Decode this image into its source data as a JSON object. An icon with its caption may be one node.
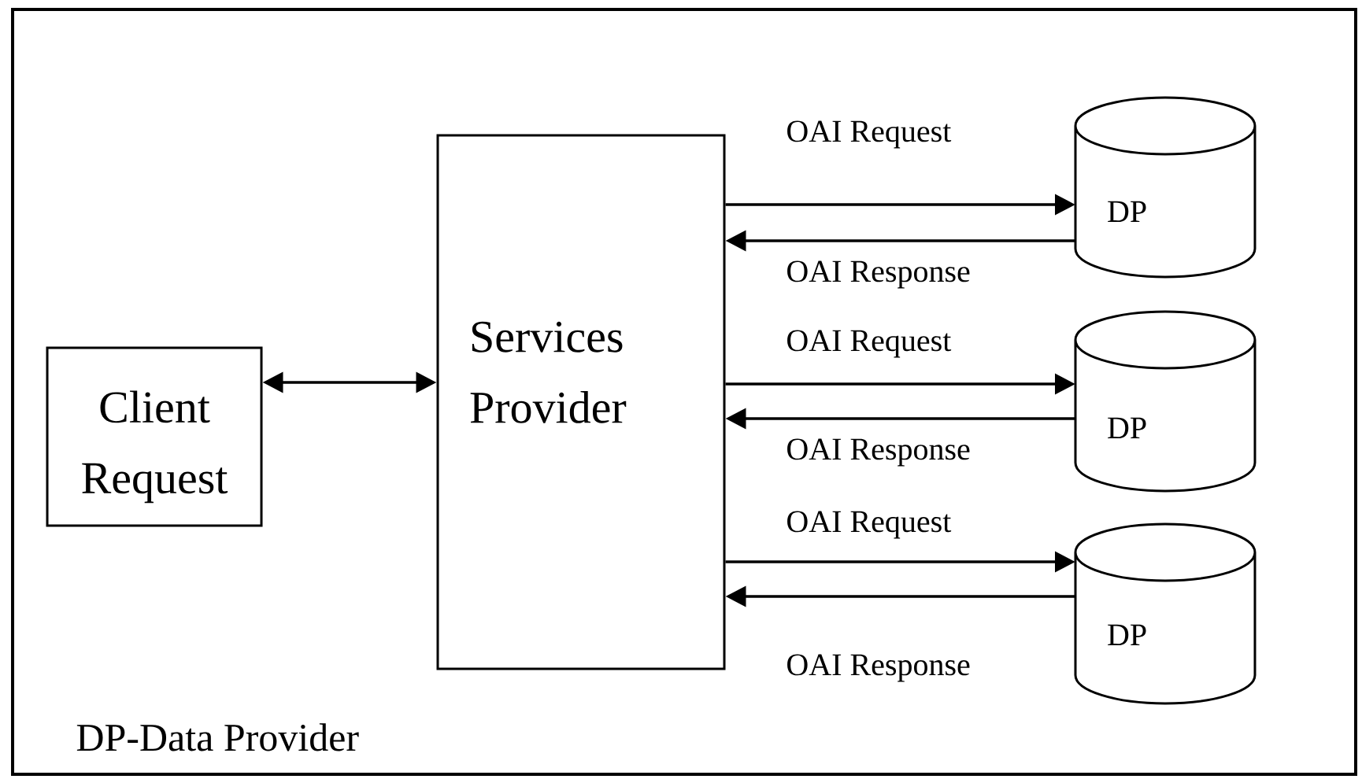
{
  "diagram": {
    "nodes": [
      {
        "text": [
          "Client Request"
        ]
      },
      {
        "text": [
          "Services Provider"
        ]
      },
      {
        "text": [
          "DP"
        ]
      },
      {
        "text": [
          "DP"
        ]
      },
      {
        "text": [
          "DP"
        ]
      }
    ],
    "edges": [
      {
        "from": 0,
        "to": 1,
        "arrow": "both"
      },
      {
        "from": 1,
        "to": 2,
        "arrow": "to",
        "label": "OAI Request"
      },
      {
        "from": 2,
        "to": 1,
        "arrow": "to",
        "label": "OAI Response"
      },
      {
        "from": 1,
        "to": 3,
        "arrow": "to",
        "label": "OAI Request"
      },
      {
        "from": 3,
        "to": 1,
        "arrow": "to",
        "label": "OAI Response"
      },
      {
        "from": 1,
        "to": 4,
        "arrow": "to",
        "label": "OAI Request"
      },
      {
        "from": 4,
        "to": 1,
        "arrow": "to",
        "label": "OAI Response"
      }
    ],
    "labels": [
      "DP-Data Provider"
    ]
  }
}
